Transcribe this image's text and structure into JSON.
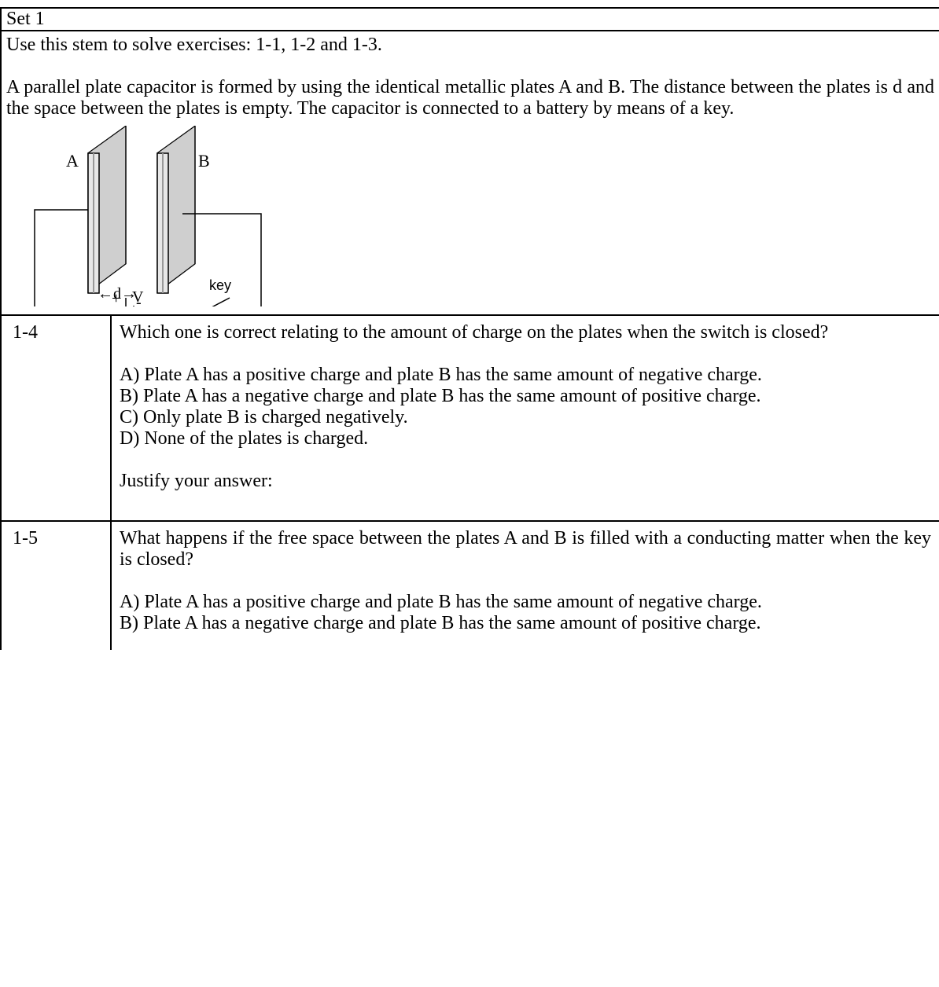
{
  "set_label": "Set 1",
  "stem": {
    "intro": "Use this stem to solve exercises: 1-1, 1-2 and 1-3.",
    "description": "A parallel plate capacitor is formed by using the identical metallic plates A and B. The distance between the plates is d and the space between the plates is empty. The capacitor is connected to a battery by means of a key."
  },
  "diagram": {
    "plate_a_label": "A",
    "plate_b_label": "B",
    "distance_label": "←d→",
    "key_label": "key",
    "plus_label": "+",
    "minus_label": "-",
    "voltage_label": "V"
  },
  "questions": [
    {
      "number": "1-4",
      "text": "Which one is correct relating to the amount of charge on the plates when the switch is closed?",
      "options": [
        "A) Plate A has a positive charge and plate B has the same amount of negative charge.",
        "B) Plate A has a negative charge and plate B has the same amount of positive charge.",
        "C) Only plate B is charged negatively.",
        "D) None of the plates is charged."
      ],
      "justify": "Justify your answer:"
    },
    {
      "number": "1-5",
      "text": "What happens if the free space between the plates A and B is filled with a conducting matter when the key is closed?",
      "options": [
        "A) Plate A has a positive charge and plate B has the same amount of negative charge.",
        "B) Plate A has a negative charge and plate B has the same amount of positive charge."
      ]
    }
  ]
}
